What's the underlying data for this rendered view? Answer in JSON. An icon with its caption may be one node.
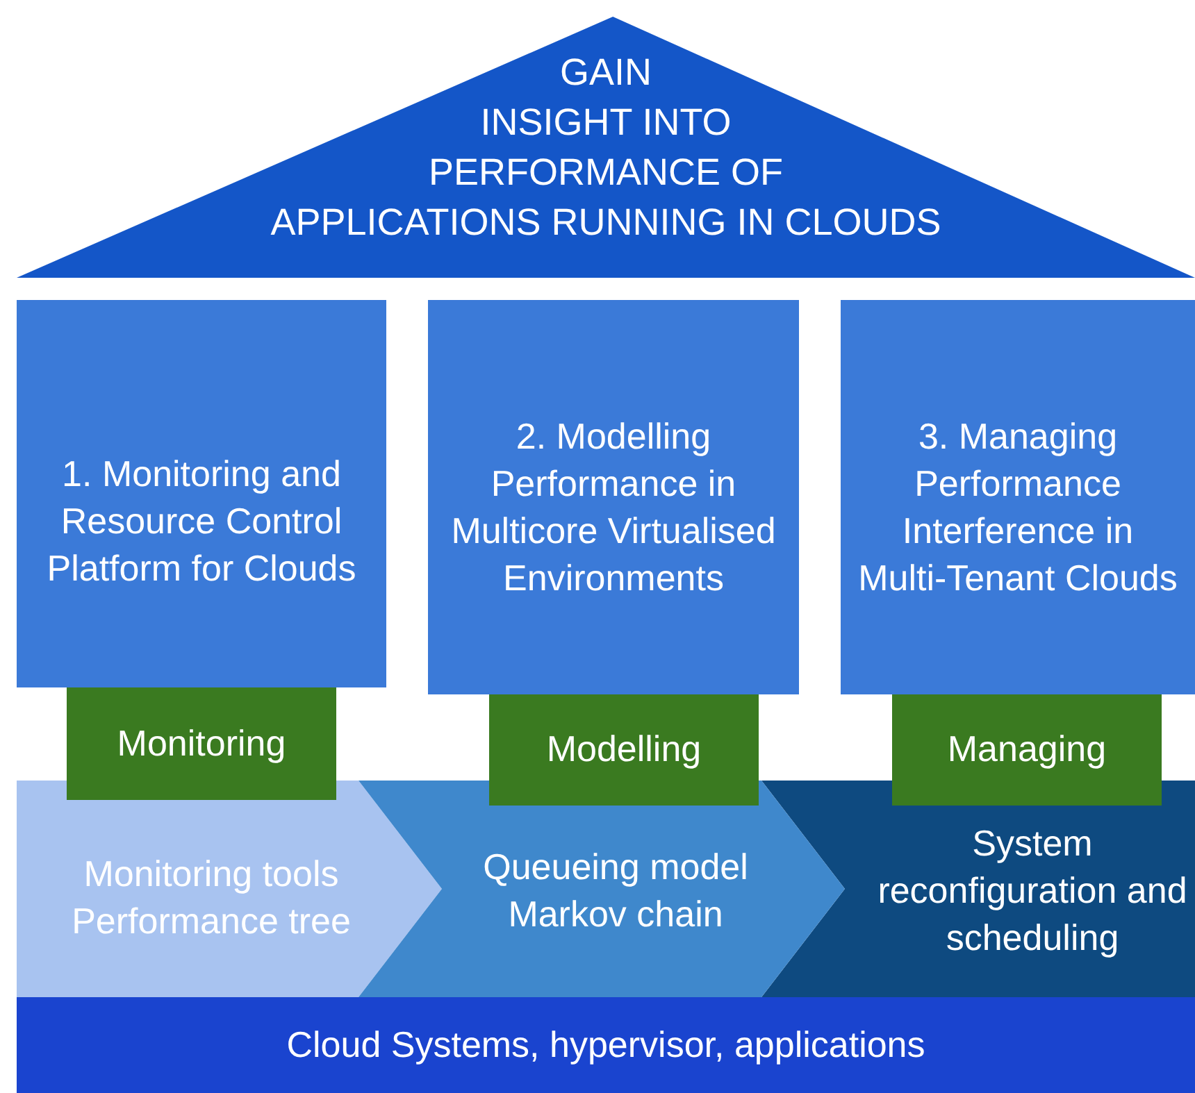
{
  "diagram": {
    "nodes": [
      {
        "text": [
          "GAIN INSIGHT INTO PERFORMANCE OF APPLICATIONS RUNNING IN CLOUDS"
        ]
      },
      {
        "text": [
          "1. Monitoring and Resource Control Platform for Clouds"
        ]
      },
      {
        "text": [
          "2. Modelling Performance in Multicore Virtualised Environments"
        ]
      },
      {
        "text": [
          "3. Managing Performance Interference in Multi-Tenant Clouds"
        ]
      },
      {
        "text": [
          "Monitoring"
        ]
      },
      {
        "text": [
          "Modelling"
        ]
      },
      {
        "text": [
          "Managing"
        ]
      },
      {
        "text": [
          "Monitoring tools Performance tree"
        ]
      },
      {
        "text": [
          "Queueing model Markov chain"
        ]
      },
      {
        "text": [
          "System reconfiguration and scheduling"
        ]
      },
      {
        "text": [
          "Cloud Systems, hypervisor, applications"
        ]
      }
    ]
  }
}
